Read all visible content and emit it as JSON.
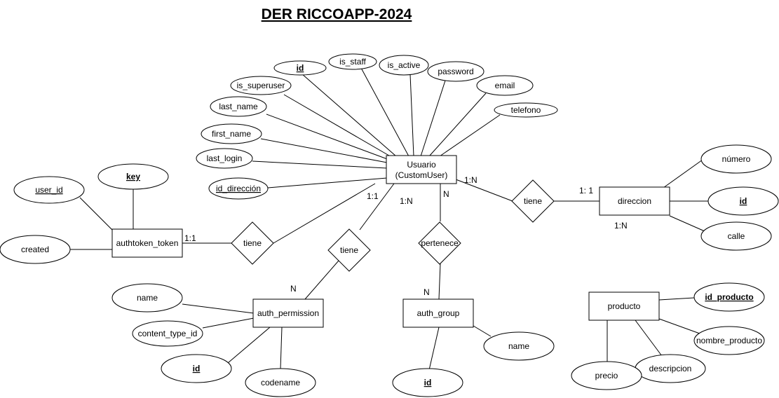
{
  "title": "DER RICCOAPP-2024",
  "entities": {
    "usuario": [
      "Usuario",
      "(CustomUser)"
    ],
    "authtoken": "authtoken_token",
    "direccion": "direccion",
    "auth_permission": "auth_permission",
    "auth_group": "auth_group",
    "producto": "producto"
  },
  "relationships": {
    "tiene_token": "tiene",
    "tiene_direccion": "tiene",
    "tiene_permission": "tiene",
    "pertenece": "pertenece"
  },
  "attributes": {
    "usuario": {
      "id": "id",
      "is_staff": "is_staff",
      "is_active": "is_active",
      "password": "password",
      "email": "email",
      "telefono": "telefono",
      "is_superuser": "is_superuser",
      "last_name": "last_name",
      "first_name": "first_name",
      "last_login": "last_login",
      "id_direccion": "id_dirección"
    },
    "authtoken": {
      "key": "key",
      "user_id": "user_id",
      "created": "created"
    },
    "direccion": {
      "numero": "número",
      "id": "id",
      "calle": "calle"
    },
    "auth_permission": {
      "name": "name",
      "content_type_id": "content_type_id",
      "id": "id",
      "codename": "codename"
    },
    "auth_group": {
      "name": "name",
      "id": "id"
    },
    "producto": {
      "id_producto": "id_producto",
      "nombre_producto": "nombre_producto",
      "descripcion": "descripcion",
      "precio": "precio"
    }
  },
  "cardinalities": {
    "usuario_direccion": "1:N",
    "direccion_side": "1: 1",
    "direccion_below": "1:N",
    "usuario_token": "1:1",
    "token_side": "1:1",
    "usuario_permission": "1:N",
    "permission_side": "N",
    "usuario_group": "N",
    "group_side": "N"
  }
}
